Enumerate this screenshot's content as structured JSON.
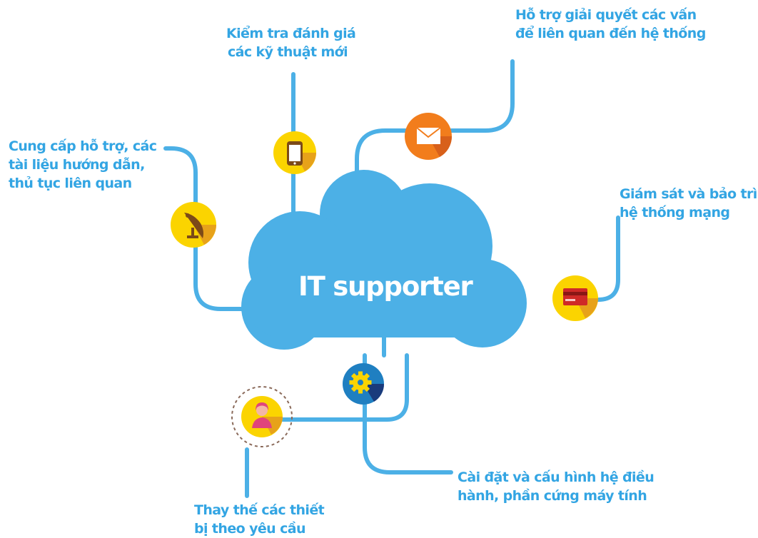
{
  "colors": {
    "line": "#4cb0e6",
    "cloud": "#4cb0e6",
    "label": "#33a5e3",
    "yellow": "#fbd400",
    "orange": "#f27d1c",
    "shadow": "#e7a21a",
    "dark_icon": "#7c4a18",
    "gear_disc": "#1f7fc1",
    "gear_shadow": "#1a3b7c"
  },
  "center": {
    "title": "IT supporter"
  },
  "topics": [
    {
      "id": "top",
      "lines": [
        "Kiểm tra đánh giá",
        "các kỹ thuật mới"
      ],
      "icon": "smartphone-icon"
    },
    {
      "id": "topright",
      "lines": [
        "Hỗ trợ giải quyết các vấn",
        "để liên quan đến hệ thống"
      ],
      "icon": "envelope-icon"
    },
    {
      "id": "left",
      "lines": [
        "Cung cấp hỗ trợ, các",
        "tài liệu hướng dẫn,",
        "thủ tục liên quan"
      ],
      "icon": "satellite-dish-icon"
    },
    {
      "id": "right",
      "lines": [
        "Giám sát và bảo trì",
        "hệ thống mạng"
      ],
      "icon": "credit-card-icon"
    },
    {
      "id": "bottomright",
      "lines": [
        "Cài đặt và cấu hình hệ điều",
        "hành, phần cứng máy tính"
      ],
      "icon": "gear-icon"
    },
    {
      "id": "bottom",
      "lines": [
        "Thay thế các thiết",
        "bị theo yêu cầu"
      ],
      "icon": "person-icon"
    }
  ]
}
